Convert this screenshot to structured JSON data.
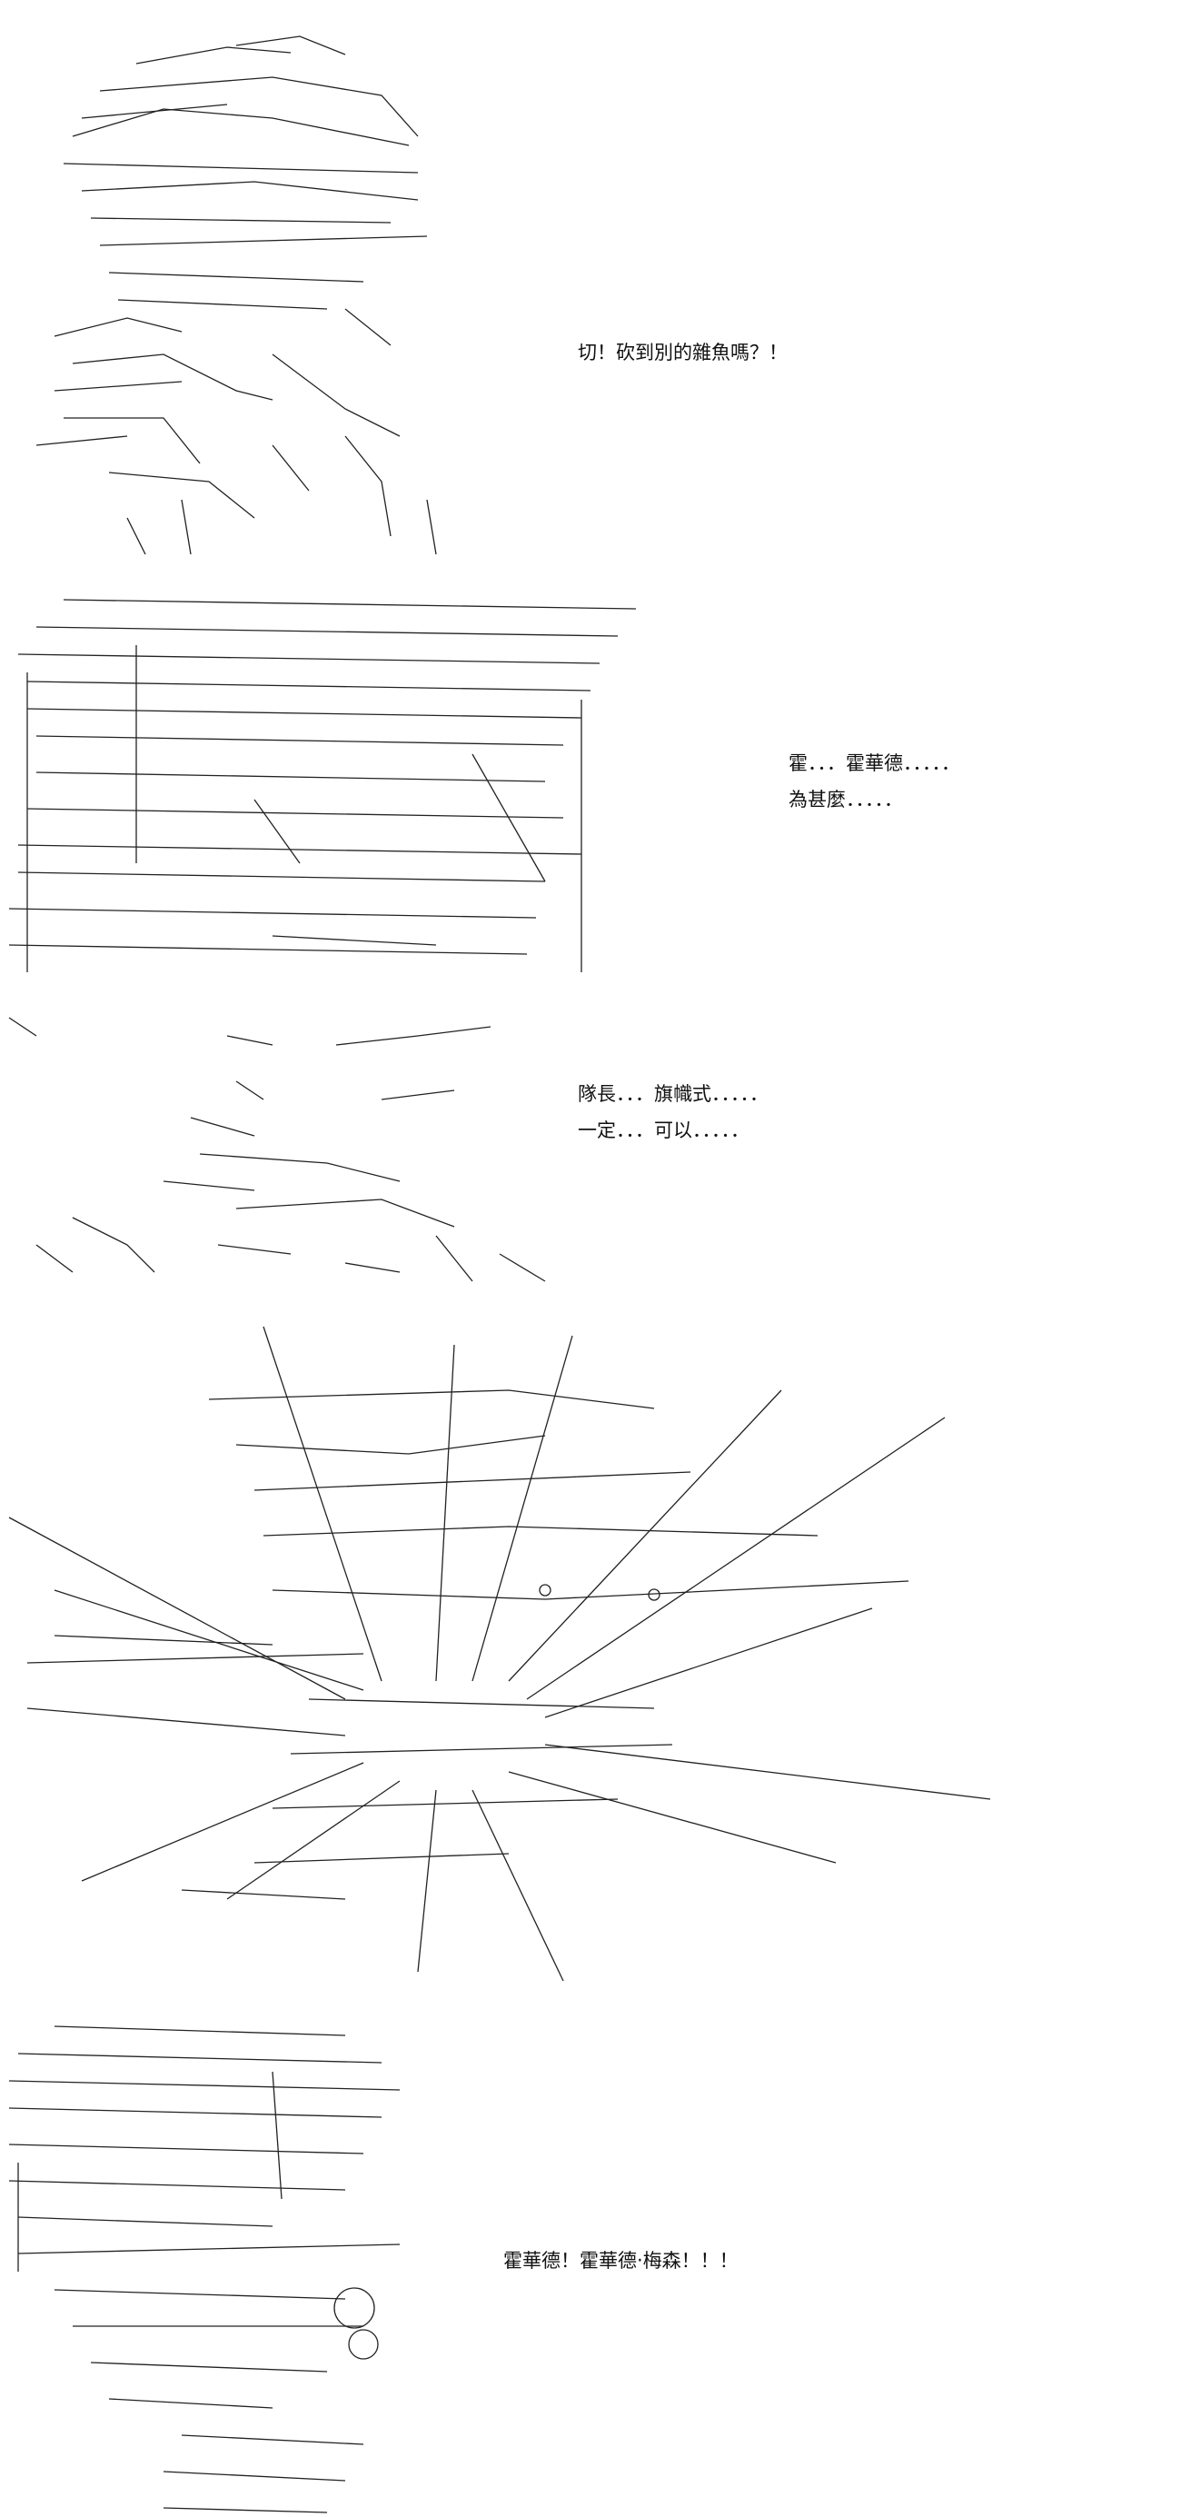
{
  "panels": [
    {
      "id": "p1",
      "lines": [
        "切！砍到別的雜魚嗎？！"
      ]
    },
    {
      "id": "p2",
      "lines": [
        "霍．．．霍華德．．．．．",
        "為甚麼．．．．．"
      ]
    },
    {
      "id": "p3",
      "lines": [
        "隊長．．．旗幟式．．．．．",
        "一定．．．可以．．．．．"
      ]
    },
    {
      "id": "p4",
      "lines": []
    },
    {
      "id": "p5",
      "lines": [
        "霍華德！霍華德‧梅森！！！"
      ]
    }
  ]
}
